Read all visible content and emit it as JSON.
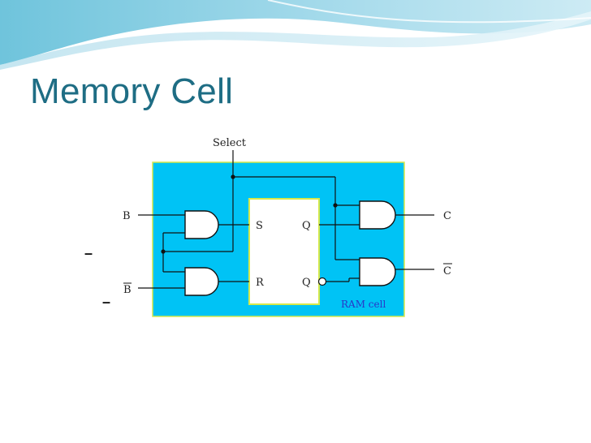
{
  "slide": {
    "title": "Memory Cell"
  },
  "diagram": {
    "select_label": "Select",
    "input_b": "B",
    "input_b_bar": "B",
    "output_c": "C",
    "output_c_bar": "C",
    "ff_s": "S",
    "ff_r": "R",
    "ff_q": "Q",
    "ff_q_bar": "Q",
    "ram_label": "RAM cell",
    "stray_bar_1": "–",
    "stray_bar_2": "–"
  },
  "colors": {
    "title": "#1e6d84",
    "cell_fill": "#00c3f5",
    "cell_border": "#d6e84a",
    "ram_text": "#2a36c8"
  }
}
